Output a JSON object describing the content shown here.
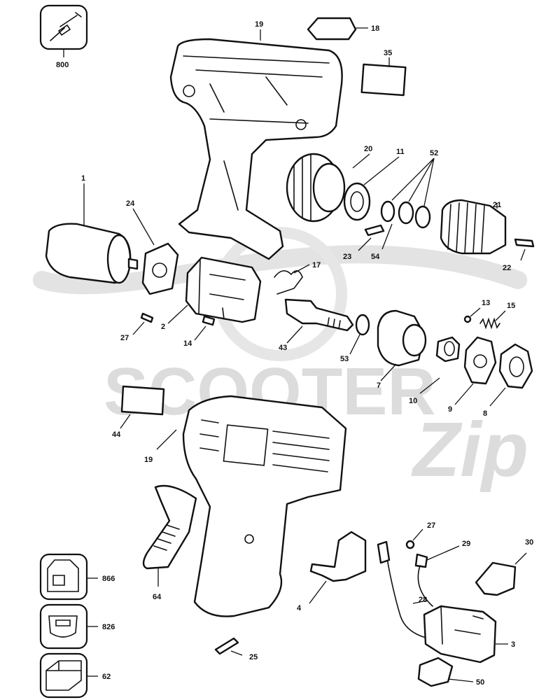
{
  "watermark": {
    "brand_main": "SCOOTER",
    "brand_script": "Zip"
  },
  "callouts": {
    "p800": "800",
    "p19_top": "19",
    "p18": "18",
    "p35": "35",
    "p20": "20",
    "p11": "11",
    "p52": "52",
    "p21": "21",
    "p1": "1",
    "p24": "24",
    "p23": "23",
    "p54": "54",
    "p22": "22",
    "p17": "17",
    "p13": "13",
    "p15": "15",
    "p27_a": "27",
    "p2": "2",
    "p14": "14",
    "p43": "43",
    "p53": "53",
    "p7": "7",
    "p10": "10",
    "p9": "9",
    "p8": "8",
    "p44": "44",
    "p19_mid": "19",
    "p27_b": "27",
    "p29": "29",
    "p30": "30",
    "p866": "866",
    "p64": "64",
    "p4": "4",
    "p28": "28",
    "p826": "826",
    "p3": "3",
    "p25": "25",
    "p62": "62",
    "p50": "50"
  },
  "colors": {
    "line": "#111111",
    "watermark": "#dcdcdc",
    "background": "#ffffff"
  }
}
